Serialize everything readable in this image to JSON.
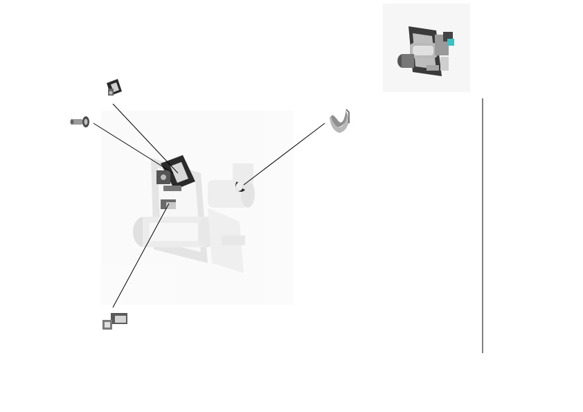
{
  "diagram": {
    "kind": "exploded-view",
    "background": "#ffffff",
    "ghost_assembly": "faded-main-assembly",
    "overview_thumbnail": "assembled-unit-thumbnail",
    "parts": [
      {
        "id": "sensor-bracket",
        "icon": "sensor-bracket-icon"
      },
      {
        "id": "shaft-pin",
        "icon": "shaft-pin-icon"
      },
      {
        "id": "u-clip",
        "icon": "u-clip-icon"
      },
      {
        "id": "hinge-clamp",
        "icon": "hinge-clamp-icon"
      }
    ],
    "colors": {
      "part_dark": "#2b2b2b",
      "part_mid": "#8c8c8c",
      "part_light": "#cfcfcf",
      "accent_teal": "#3fbfbf",
      "leader_line": "#000000"
    }
  }
}
